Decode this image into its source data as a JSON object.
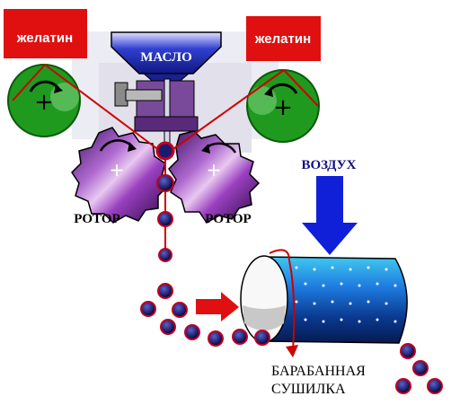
{
  "labels": {
    "gelatin_left": "желатин",
    "gelatin_right": "желатин",
    "oil": "МАСЛО",
    "rotor_left": "РОТОР",
    "rotor_right": "РОТОР",
    "air": "ВОЗДУХ",
    "dryer_line1": "БАРАБАННАЯ",
    "dryer_line2": "СУШИЛКА"
  },
  "colors": {
    "gelatin_box": "#e01010",
    "gelatin_roll": "#1f9a1f",
    "oil_hopper": "#2030c8",
    "rotor": "#6a2a8a",
    "air_arrow": "#1020d8",
    "drum": "#1e90ff",
    "capsule": "#1a1a6e",
    "capsule_ring": "#c00020",
    "arrow_red": "#e01010"
  },
  "icons": [
    "rotation-arrow-icon",
    "plus-icon",
    "capsule-icon"
  ]
}
